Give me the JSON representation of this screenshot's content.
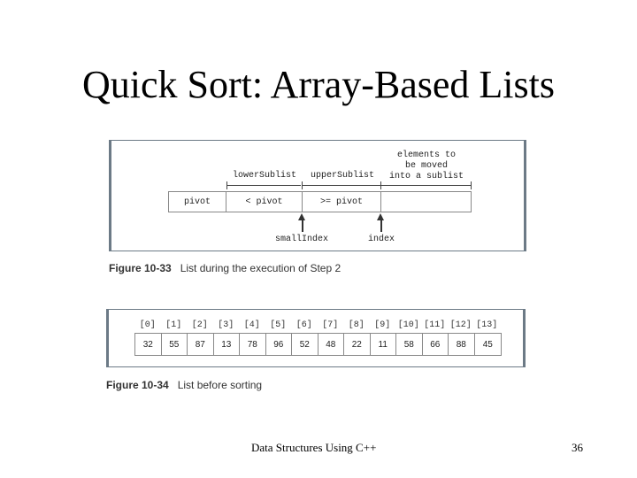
{
  "slide": {
    "title": "Quick Sort: Array-Based Lists",
    "footer": "Data Structures Using C++",
    "page_number": "36"
  },
  "figure1": {
    "annotation_line1": "elements to",
    "annotation_line2": "be moved",
    "annotation_line3": "into a sublist",
    "lower_label": "lowerSublist",
    "upper_label": "upperSublist",
    "cells": [
      "pivot",
      "< pivot",
      ">= pivot",
      ""
    ],
    "small_index_label": "smallIndex",
    "index_label": "index",
    "caption_num": "Figure 10-33",
    "caption_text": "List during the execution of Step 2"
  },
  "figure2": {
    "indices": [
      "[0]",
      "[1]",
      "[2]",
      "[3]",
      "[4]",
      "[5]",
      "[6]",
      "[7]",
      "[8]",
      "[9]",
      "[10]",
      "[11]",
      "[12]",
      "[13]"
    ],
    "values": [
      "32",
      "55",
      "87",
      "13",
      "78",
      "96",
      "52",
      "48",
      "22",
      "11",
      "58",
      "66",
      "88",
      "45"
    ],
    "caption_num": "Figure 10-34",
    "caption_text": "List before sorting"
  }
}
